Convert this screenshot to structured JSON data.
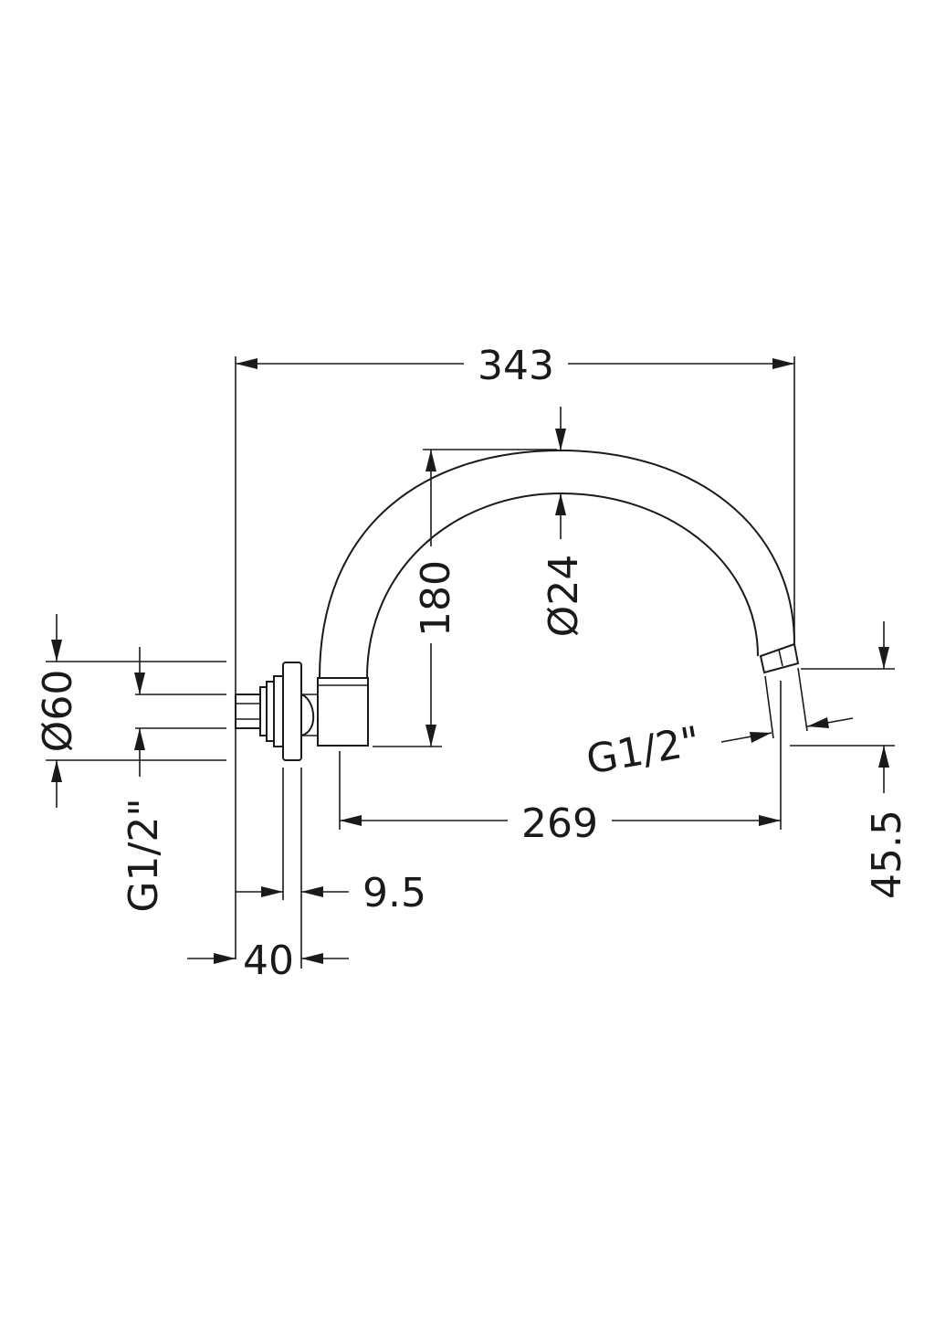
{
  "dimensions": {
    "overall_length": "343",
    "arm_height": "180",
    "pipe_diameter": "Ø24",
    "flange_diameter": "Ø60",
    "wall_thread": "G1/2\"",
    "outlet_thread": "G1/2\"",
    "outlet_projection": "269",
    "outlet_drop": "45.5",
    "flange_thickness": "9.5",
    "wall_depth": "40"
  },
  "colors": {
    "line": "#1a1a1a",
    "background": "#ffffff"
  }
}
